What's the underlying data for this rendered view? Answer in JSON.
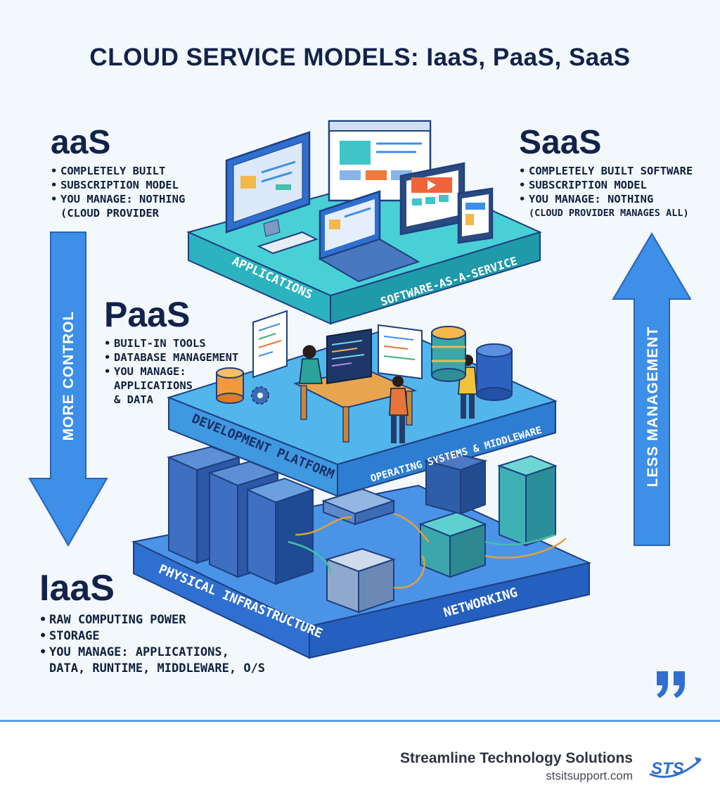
{
  "title": "CLOUD SERVICE MODELS: IaaS, PaaS, SaaS",
  "models": {
    "top_left": {
      "heading": "aaS",
      "bullets": [
        "COMPLETELY BUILT",
        "SUBSCRIPTION MODEL",
        "YOU MANAGE: NOTHING",
        "(CLOUD PROVIDER"
      ]
    },
    "saas": {
      "heading": "SaaS",
      "bullets": [
        "COMPLETELY BUILT SOFTWARE",
        "SUBSCRIPTION MODEL",
        "YOU MANAGE: NOTHING"
      ],
      "bullet_sub": "(CLOUD PROVIDER MANAGES ALL)"
    },
    "paas": {
      "heading": "PaaS",
      "bullets": [
        "BUILT-IN TOOLS",
        "DATABASE MANAGEMENT",
        "YOU MANAGE:"
      ],
      "bullet_cont": [
        "APPLICATIONS",
        "& DATA"
      ]
    },
    "iaas": {
      "heading": "IaaS",
      "bullets": [
        "RAW COMPUTING POWER",
        "STORAGE",
        "YOU MANAGE: APPLICATIONS,"
      ],
      "bullet_cont": [
        "DATA, RUNTIME, MIDDLEWARE, O/S"
      ]
    }
  },
  "arrows": {
    "left": "MORE CONTROL",
    "right": "LESS MANAGEMENT"
  },
  "layers": {
    "top": {
      "left_label": "APPLICATIONS",
      "right_label": "SOFTWARE-AS-A-SERVICE",
      "color": "#3cc9d6"
    },
    "middle": {
      "left_label": "DEVELOPMENT PLATFORM",
      "right_label": "OPERATING SYSTEMS & MIDDLEWARE",
      "color": "#37a9e8"
    },
    "bottom": {
      "left_label": "PHYSICAL INFRASTRUCTURE",
      "right_label": "NETWORKING",
      "color": "#3a86e0"
    }
  },
  "icons": [
    "monitor-icon",
    "browser-window-icon",
    "tablet-icon",
    "laptop-icon",
    "database-icon",
    "gear-icon",
    "server-rack-icon",
    "developer-figure-icon",
    "quote-mark-icon",
    "sts-logo-icon"
  ],
  "colors": {
    "accent": "#3d8fe8",
    "title": "#13224a",
    "arrow": "#3d8fe8"
  },
  "footer": {
    "company": "Streamline Technology Solutions",
    "url": "stsitsupport.com",
    "logo_text": "STS"
  }
}
